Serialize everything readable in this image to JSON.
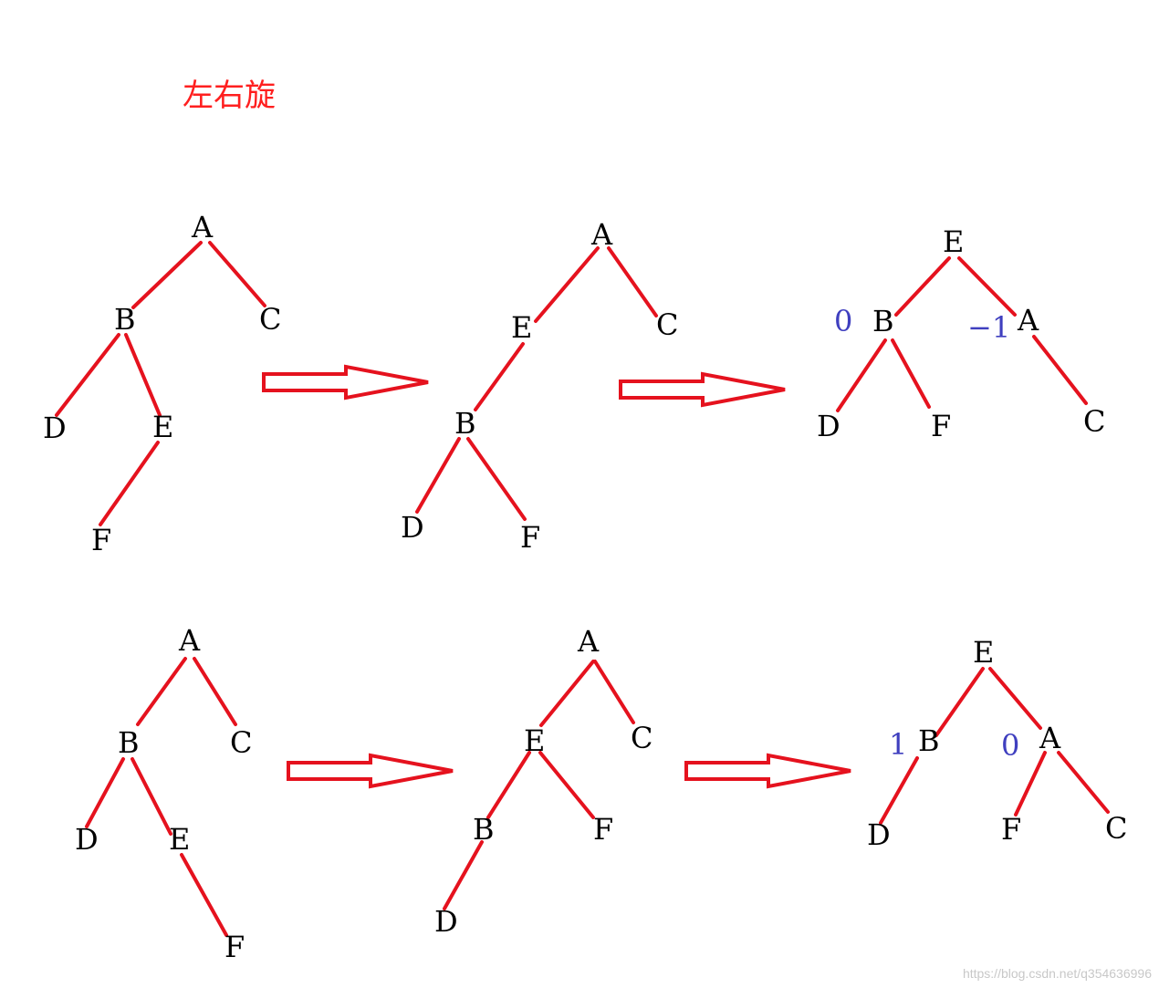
{
  "title": "左右旋",
  "watermark": "https://blog.csdn.net/q354636996",
  "colors": {
    "edge": "#e5121e",
    "node_text": "#000000",
    "balance_factor": "#3f3fbf",
    "title": "#ff1f1f"
  },
  "rows": [
    {
      "label": "row-1",
      "trees": [
        {
          "nodes": [
            "A",
            "B",
            "C",
            "D",
            "E",
            "F"
          ],
          "edges": [
            [
              "A",
              "B"
            ],
            [
              "A",
              "C"
            ],
            [
              "B",
              "D"
            ],
            [
              "B",
              "E"
            ],
            [
              "E",
              "F"
            ]
          ],
          "balance_factors": []
        },
        {
          "nodes": [
            "A",
            "E",
            "C",
            "B",
            "D",
            "F"
          ],
          "edges": [
            [
              "A",
              "E"
            ],
            [
              "A",
              "C"
            ],
            [
              "E",
              "B"
            ],
            [
              "B",
              "D"
            ],
            [
              "B",
              "F"
            ]
          ],
          "balance_factors": []
        },
        {
          "nodes": [
            "E",
            "B",
            "A",
            "D",
            "F",
            "C"
          ],
          "edges": [
            [
              "E",
              "B"
            ],
            [
              "E",
              "A"
            ],
            [
              "B",
              "D"
            ],
            [
              "B",
              "F"
            ],
            [
              "A",
              "C"
            ]
          ],
          "balance_factors": [
            {
              "node": "B",
              "value": "0"
            },
            {
              "node": "A",
              "value": "−1"
            }
          ]
        }
      ]
    },
    {
      "label": "row-2",
      "trees": [
        {
          "nodes": [
            "A",
            "B",
            "C",
            "D",
            "E",
            "F"
          ],
          "edges": [
            [
              "A",
              "B"
            ],
            [
              "A",
              "C"
            ],
            [
              "B",
              "D"
            ],
            [
              "B",
              "E"
            ],
            [
              "E",
              "F"
            ]
          ],
          "balance_factors": []
        },
        {
          "nodes": [
            "A",
            "E",
            "C",
            "B",
            "F",
            "D"
          ],
          "edges": [
            [
              "A",
              "E"
            ],
            [
              "A",
              "C"
            ],
            [
              "E",
              "B"
            ],
            [
              "E",
              "F"
            ],
            [
              "B",
              "D"
            ]
          ],
          "balance_factors": []
        },
        {
          "nodes": [
            "E",
            "B",
            "A",
            "D",
            "F",
            "C"
          ],
          "edges": [
            [
              "E",
              "B"
            ],
            [
              "E",
              "A"
            ],
            [
              "B",
              "D"
            ],
            [
              "A",
              "F"
            ],
            [
              "A",
              "C"
            ]
          ],
          "balance_factors": [
            {
              "node": "B",
              "value": "1"
            },
            {
              "node": "A",
              "value": "0"
            }
          ]
        }
      ]
    }
  ]
}
